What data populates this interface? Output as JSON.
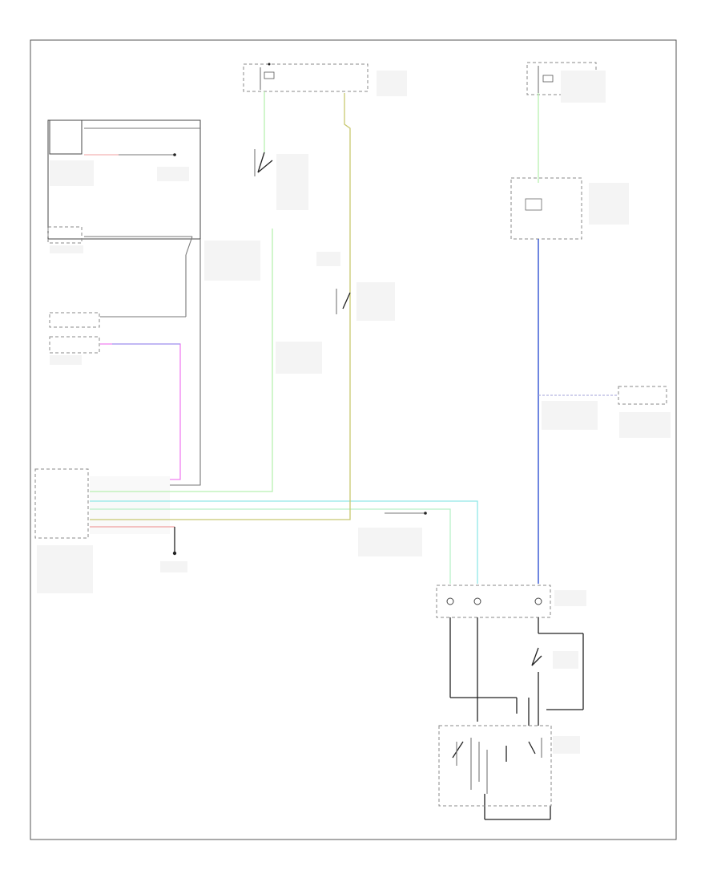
{
  "diagram": {
    "footer_code": "",
    "components": [
      {
        "id": "hot-at-all-times-fuse",
        "label": ""
      },
      {
        "id": "battery-junction-box",
        "label": ""
      },
      {
        "id": "hot-in-run-fuse",
        "label": ""
      },
      {
        "id": "smart-junction-box",
        "label": ""
      },
      {
        "id": "brake-pedal-position-switch",
        "label": ""
      },
      {
        "id": "speed-control-deactivation-switch",
        "label": ""
      },
      {
        "id": "clock-spring",
        "label": ""
      },
      {
        "id": "speed-control-servo",
        "label": ""
      },
      {
        "id": "vehicle-speed-sensor",
        "label": ""
      },
      {
        "id": "powertrain-control-module",
        "label": ""
      },
      {
        "id": "instrument-cluster",
        "label": ""
      },
      {
        "id": "generic-electronic-module",
        "label": ""
      },
      {
        "id": "power-distribution-ground",
        "label": ""
      },
      {
        "id": "speed-control-cable-assembly",
        "label": ""
      },
      {
        "id": "brake-switch",
        "label": ""
      },
      {
        "id": "brake-relay",
        "label": ""
      }
    ],
    "wires": [
      {
        "id": "wire-green",
        "color": "#b8f0b0"
      },
      {
        "id": "wire-yellow-green",
        "color": "#c8c870"
      },
      {
        "id": "wire-light-green",
        "color": "#b8f0c8"
      },
      {
        "id": "wire-blue",
        "color": "#4a68d8"
      },
      {
        "id": "wire-pink",
        "color": "#f080f0"
      },
      {
        "id": "wire-cyan",
        "color": "#90e8e8"
      },
      {
        "id": "wire-red",
        "color": "#f0a0a0"
      },
      {
        "id": "wire-ground",
        "color": "#222222"
      }
    ]
  }
}
